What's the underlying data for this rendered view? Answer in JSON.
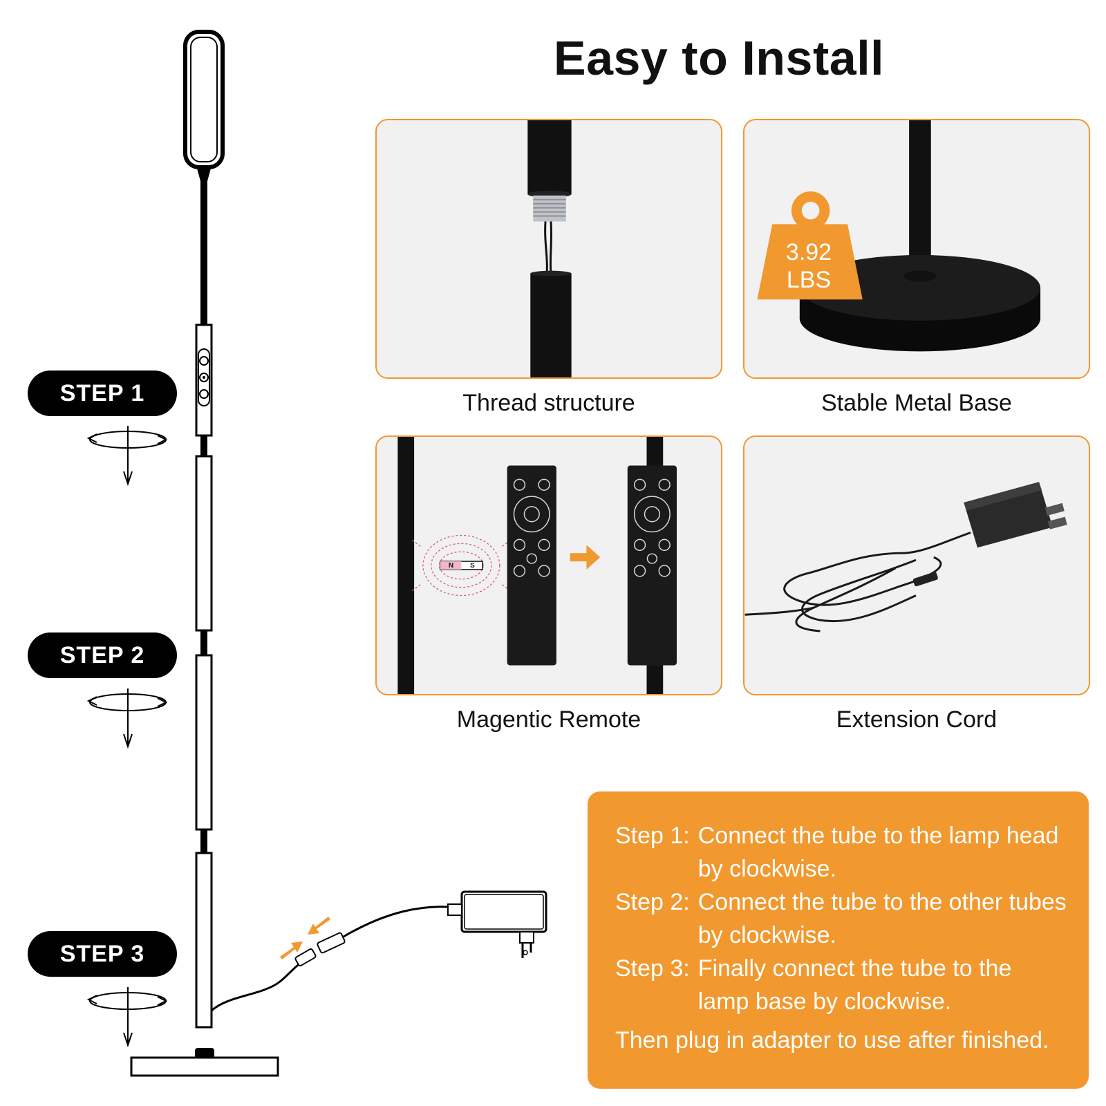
{
  "title": "Easy to Install",
  "panels": [
    {
      "caption": "Thread structure"
    },
    {
      "caption": "Stable Metal Base",
      "weight_value": "3.92",
      "weight_unit": "LBS"
    },
    {
      "caption": "Magentic Remote",
      "magnet_n": "N",
      "magnet_s": "S"
    },
    {
      "caption": "Extension Cord"
    }
  ],
  "steps": [
    {
      "label": "STEP 1"
    },
    {
      "label": "STEP 2"
    },
    {
      "label": "STEP 3"
    }
  ],
  "instructions": {
    "rows": [
      {
        "label": "Step 1:",
        "text": "Connect the tube to the lamp head by clockwise."
      },
      {
        "label": "Step 2:",
        "text": "Connect the tube to the other tubes by clockwise."
      },
      {
        "label": "Step 3:",
        "text": "Finally connect the tube to the lamp base by clockwise."
      }
    ],
    "final": "Then plug in adapter to use after finished."
  },
  "colors": {
    "accent": "#f1982f",
    "panel_bg": "#f1f1f1",
    "dark": "#111111"
  }
}
